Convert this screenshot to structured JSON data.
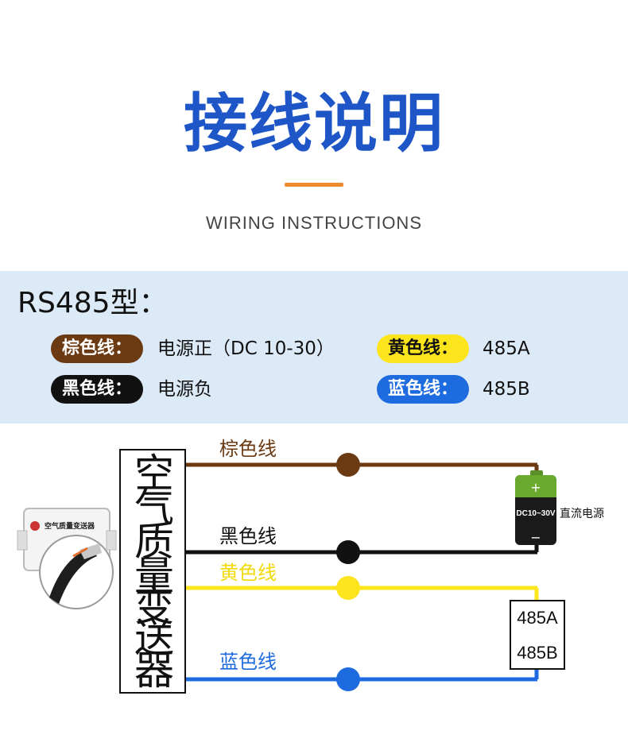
{
  "header": {
    "title": "接线说明",
    "subtitle": "WIRING INSTRUCTIONS"
  },
  "panel": {
    "title": "RS485型：",
    "legend": [
      {
        "wire": "棕色线：",
        "meaning": "电源正（DC 10-30）",
        "color": "#6b3a12",
        "text_color": "#ffffff"
      },
      {
        "wire": "黄色线：",
        "meaning": "485A",
        "color": "#fce51c",
        "text_color": "#111111"
      },
      {
        "wire": "黑色线：",
        "meaning": "电源负",
        "color": "#111111",
        "text_color": "#ffffff"
      },
      {
        "wire": "蓝色线：",
        "meaning": "485B",
        "color": "#1e6be0",
        "text_color": "#ffffff"
      }
    ]
  },
  "diagram": {
    "device_label": [
      "空",
      "气",
      "质",
      "量",
      "变",
      "送",
      "器"
    ],
    "sensor_caption": "空气质量变送器",
    "wires": [
      {
        "label": "棕色线",
        "color": "#6b3a12"
      },
      {
        "label": "黑色线",
        "color": "#111111"
      },
      {
        "label": "黄色线",
        "color": "#fce51c"
      },
      {
        "label": "蓝色线",
        "color": "#1e6be0"
      }
    ],
    "battery": {
      "text": "DC10~30V",
      "plus": "+",
      "minus": "−",
      "label": "直流电源"
    },
    "terminal": {
      "a": "485A",
      "b": "485B"
    }
  }
}
